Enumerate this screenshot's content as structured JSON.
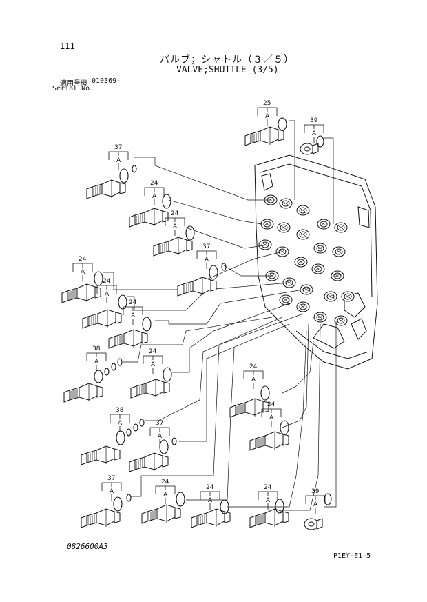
{
  "header": {
    "page_number": "111",
    "title_jp": "バルブ；シャトル（３／５）",
    "title_en": "VALVE;SHUTTLE (3/5)",
    "serial_label_jp": "適用号機",
    "serial_range": "010369-",
    "serial_label_en": "Serial No."
  },
  "footer": {
    "document_code": "0826600A3",
    "page_code": "P1EY-E1-5"
  },
  "callouts": [
    {
      "part": "25",
      "sub": "A"
    },
    {
      "part": "39",
      "sub": "A"
    },
    {
      "part": "37",
      "sub": "A"
    },
    {
      "part": "24",
      "sub": "A"
    },
    {
      "part": "24",
      "sub": "A"
    },
    {
      "part": "37",
      "sub": "A"
    },
    {
      "part": "24",
      "sub": "A"
    },
    {
      "part": "24",
      "sub": "A"
    },
    {
      "part": "24",
      "sub": "A"
    },
    {
      "part": "38",
      "sub": "A"
    },
    {
      "part": "24",
      "sub": "A"
    },
    {
      "part": "24",
      "sub": "A"
    },
    {
      "part": "24",
      "sub": "A"
    },
    {
      "part": "38",
      "sub": "A"
    },
    {
      "part": "37",
      "sub": "A"
    },
    {
      "part": "37",
      "sub": "A"
    },
    {
      "part": "24",
      "sub": "A"
    },
    {
      "part": "24",
      "sub": "A"
    },
    {
      "part": "24",
      "sub": "A"
    },
    {
      "part": "39",
      "sub": "A"
    }
  ]
}
